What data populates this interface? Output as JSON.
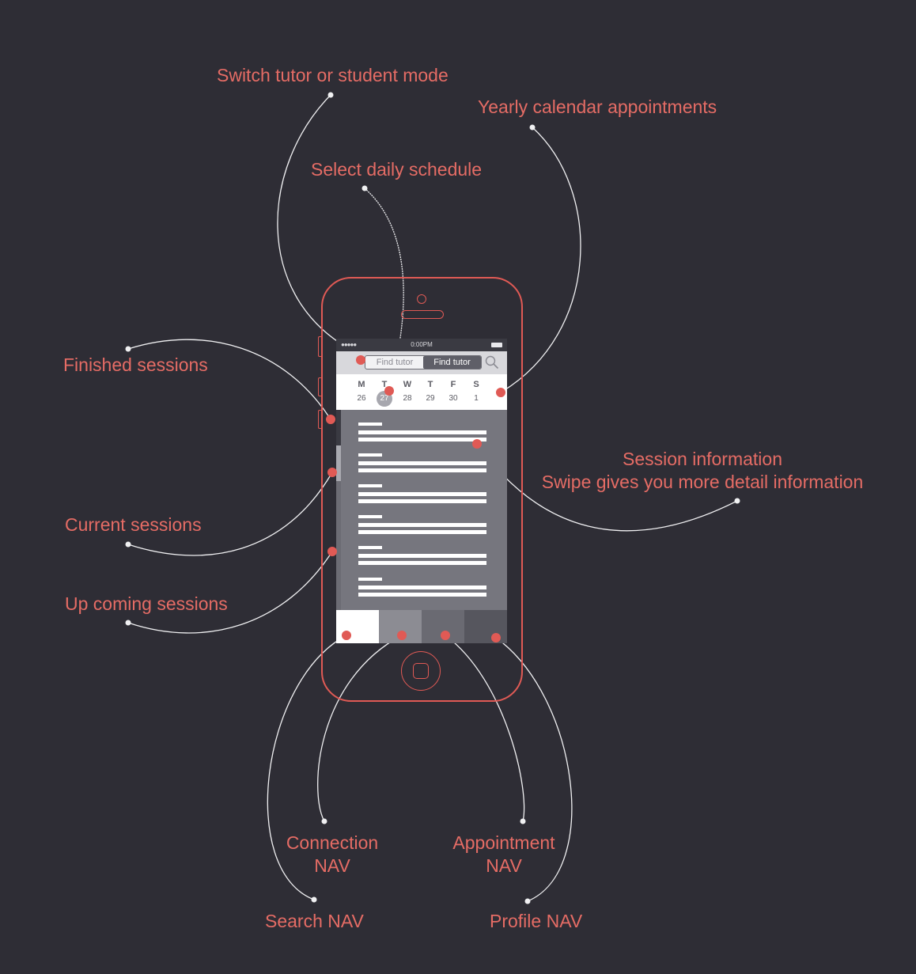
{
  "annotations": {
    "switch_mode": "Switch tutor or student mode",
    "yearly_calendar": "Yearly calendar appointments",
    "daily_schedule": "Select daily schedule",
    "finished_sessions": "Finished sessions",
    "session_info_line1": "Session information",
    "session_info_line2": "Swipe gives you more detail information",
    "current_sessions": "Current sessions",
    "upcoming_sessions": "Up coming sessions",
    "connection_nav_line1": "Connection",
    "connection_nav_line2": "NAV",
    "appointment_nav_line1": "Appointment",
    "appointment_nav_line2": "NAV",
    "search_nav": "Search NAV",
    "profile_nav": "Profile NAV"
  },
  "phone": {
    "status_time": "0:00PM",
    "signal_dots": "●●●●●",
    "mode_toggle": {
      "option_off": "Find tutor",
      "option_on": "Find tutor"
    },
    "calendar": {
      "days": [
        {
          "letter": "M",
          "date": "26"
        },
        {
          "letter": "T",
          "date": "27",
          "selected": true
        },
        {
          "letter": "W",
          "date": "28"
        },
        {
          "letter": "T",
          "date": "29"
        },
        {
          "letter": "F",
          "date": "30"
        },
        {
          "letter": "S",
          "date": "1"
        }
      ]
    },
    "session_cards": 6,
    "nav_tabs": [
      "search",
      "connection",
      "appointment",
      "profile"
    ]
  },
  "colors": {
    "background": "#2e2d35",
    "accent": "#e05a55",
    "label": "#e56c65",
    "screen": "#76767e"
  }
}
